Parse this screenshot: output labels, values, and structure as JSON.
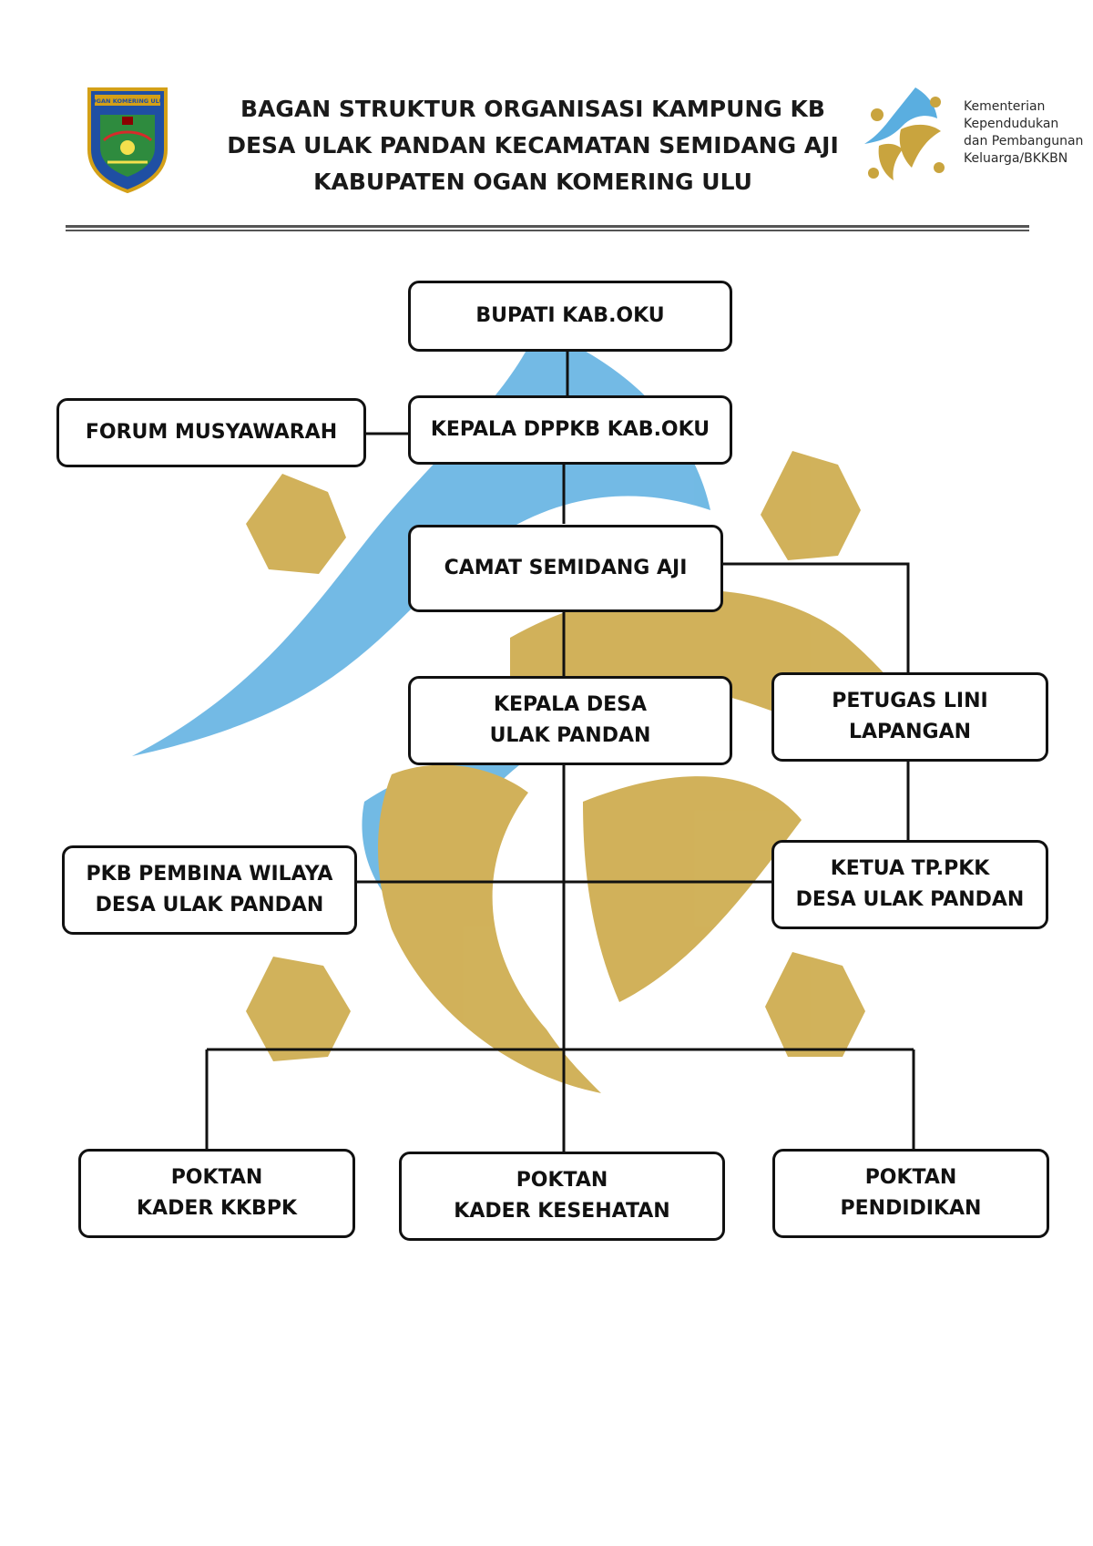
{
  "header": {
    "title_lines": [
      "BAGAN STRUKTUR ORGANISASI KAMPUNG KB",
      "DESA ULAK PANDAN KECAMATAN SEMIDANG AJI",
      "KABUPATEN OGAN KOMERING ULU"
    ],
    "left_logo_text": "OGAN KOMERING ULU",
    "right_logo_text": [
      "Kementerian",
      "Kependudukan",
      "dan Pembangunan",
      "Keluarga/BKKBN"
    ]
  },
  "colors": {
    "watermark_blue": "#5aaee0",
    "watermark_gold": "#c9a43e",
    "box_border": "#111111",
    "line": "#111111"
  },
  "org_chart": {
    "nodes": {
      "bupati": {
        "lines": [
          "BUPATI KAB.OKU"
        ]
      },
      "forum": {
        "lines": [
          "FORUM MUSYAWARAH"
        ]
      },
      "kepala_dppkb": {
        "lines": [
          "KEPALA DPPKB KAB.OKU"
        ]
      },
      "camat": {
        "lines": [
          "CAMAT SEMIDANG AJI"
        ]
      },
      "kepala_desa": {
        "lines": [
          "KEPALA DESA",
          "ULAK PANDAN"
        ]
      },
      "petugas": {
        "lines": [
          "PETUGAS LINI",
          "LAPANGAN"
        ]
      },
      "pkb": {
        "lines": [
          "PKB PEMBINA WILAYA",
          "DESA ULAK PANDAN"
        ]
      },
      "ketua_pkk": {
        "lines": [
          "KETUA TP.PKK",
          "DESA ULAK PANDAN"
        ]
      },
      "poktan_kkbpk": {
        "lines": [
          "POKTAN",
          "KADER KKBPK"
        ]
      },
      "poktan_kesehatan": {
        "lines": [
          "POKTAN",
          "KADER KESEHATAN"
        ]
      },
      "poktan_pendidikan": {
        "lines": [
          "POKTAN",
          "PENDIDIKAN"
        ]
      }
    }
  }
}
